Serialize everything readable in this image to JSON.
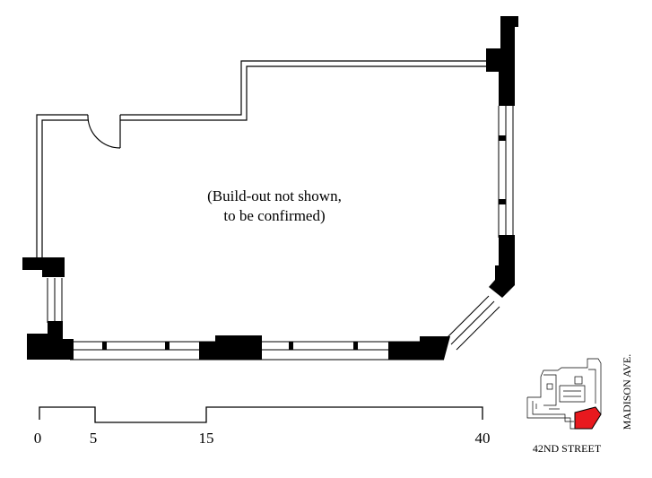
{
  "plan": {
    "note_line1": "(Build-out not shown,",
    "note_line2": "to be confirmed)"
  },
  "scale": {
    "labels": [
      "0",
      "5",
      "15",
      "40"
    ]
  },
  "keyplan": {
    "street_label": "42ND STREET",
    "avenue_label": "MADISON AVE.",
    "highlight_color": "#e8191e"
  }
}
